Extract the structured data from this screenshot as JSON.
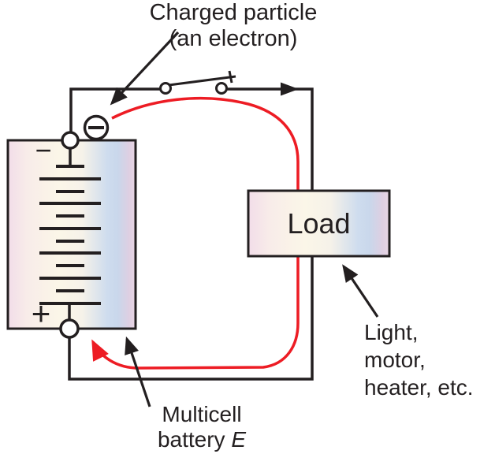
{
  "diagram": {
    "charged_particle_label": {
      "line1": "Charged particle",
      "line2": "(an electron)"
    },
    "load_box": {
      "label": "Load"
    },
    "battery": {
      "label_line1": "Multicell",
      "label_line2_text": "battery ",
      "label_line2_symbol": "E",
      "negative_sign": "−",
      "positive_sign": "+"
    },
    "load_examples_label": {
      "line1": "Light,",
      "line2": "motor,",
      "line3": "heater, etc."
    },
    "colors": {
      "wire_black": "#231f20",
      "current_red": "#ed1c24",
      "box_gradient_pink": "#f2dde9",
      "box_gradient_cream": "#fbf6e8",
      "box_gradient_blue": "#c9d7eb",
      "box_gradient_edge_pink": "#e9d6e4"
    }
  }
}
